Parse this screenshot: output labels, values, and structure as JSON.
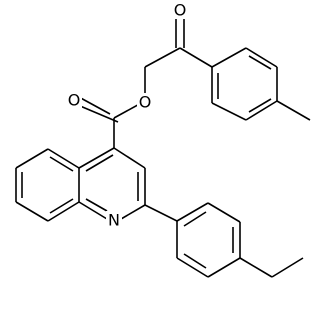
{
  "diagram": {
    "type": "chemical-structure",
    "atom_labels": {
      "ketone_oxygen": "O",
      "ester_ether_oxygen": "O",
      "ester_carbonyl_oxygen": "O",
      "quinoline_nitrogen": "N"
    },
    "colors": {
      "bond": "#000000",
      "background": "#ffffff"
    }
  }
}
